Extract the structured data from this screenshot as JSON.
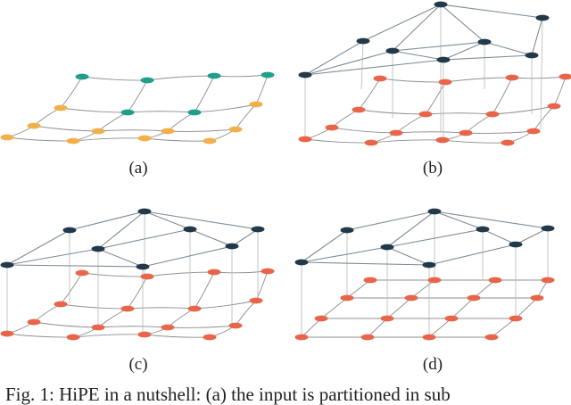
{
  "panels": [
    {
      "label": "(a)"
    },
    {
      "label": "(b)"
    },
    {
      "label": "(c)"
    },
    {
      "label": "(d)"
    }
  ],
  "caption": "Fig. 1: HiPE in a nutshell: (a) the input is partitioned in sub",
  "colors": {
    "teal": "#1f9e8a",
    "gold": "#f2b04a",
    "orange": "#e8654a",
    "navy": "#22394a",
    "edge": "#8f8f8f"
  }
}
